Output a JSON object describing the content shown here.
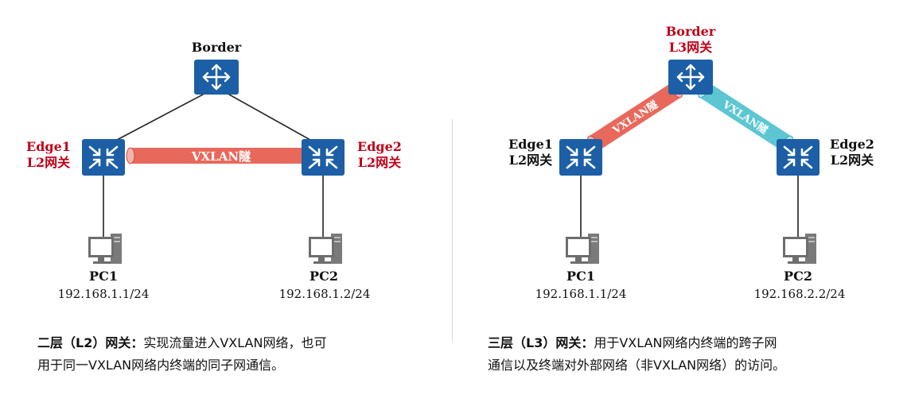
{
  "left": {
    "border": {
      "name": "Border"
    },
    "edge1": {
      "name": "Edge1",
      "role": "L2网关"
    },
    "edge2": {
      "name": "Edge2",
      "role": "L2网关"
    },
    "tunnel": {
      "label": "VXLAN隧"
    },
    "pc1": {
      "name": "PC1",
      "ip": "192.168.1.1/24"
    },
    "pc2": {
      "name": "PC2",
      "ip": "192.168.1.2/24"
    },
    "caption": {
      "bold": "二层（L2）网关：",
      "line1": "实现流量进入VXLAN网络，也可",
      "line2": "用于同一VXLAN网络内终端的同子网通信。"
    }
  },
  "right": {
    "border": {
      "name": "Border",
      "role": "L3网关"
    },
    "edge1": {
      "name": "Edge1",
      "role": "L2网关"
    },
    "edge2": {
      "name": "Edge2",
      "role": "L2网关"
    },
    "tunnel_left": {
      "label": "VXLAN隧"
    },
    "tunnel_right": {
      "label": "VXLAN隧"
    },
    "pc1": {
      "name": "PC1",
      "ip": "192.168.1.1/24"
    },
    "pc2": {
      "name": "PC2",
      "ip": "192.168.2.2/24"
    },
    "caption": {
      "bold": "三层（L3）网关：",
      "line1": "用于VXLAN网络内终端的跨子网",
      "line2": "通信以及终端对外部网络（非VXLAN网络）的访问。"
    }
  },
  "colors": {
    "device_blue": "#1c5fa6",
    "tunnel_red": "#e8695c",
    "tunnel_cyan": "#5cc6d3",
    "label_red": "#c00018"
  }
}
